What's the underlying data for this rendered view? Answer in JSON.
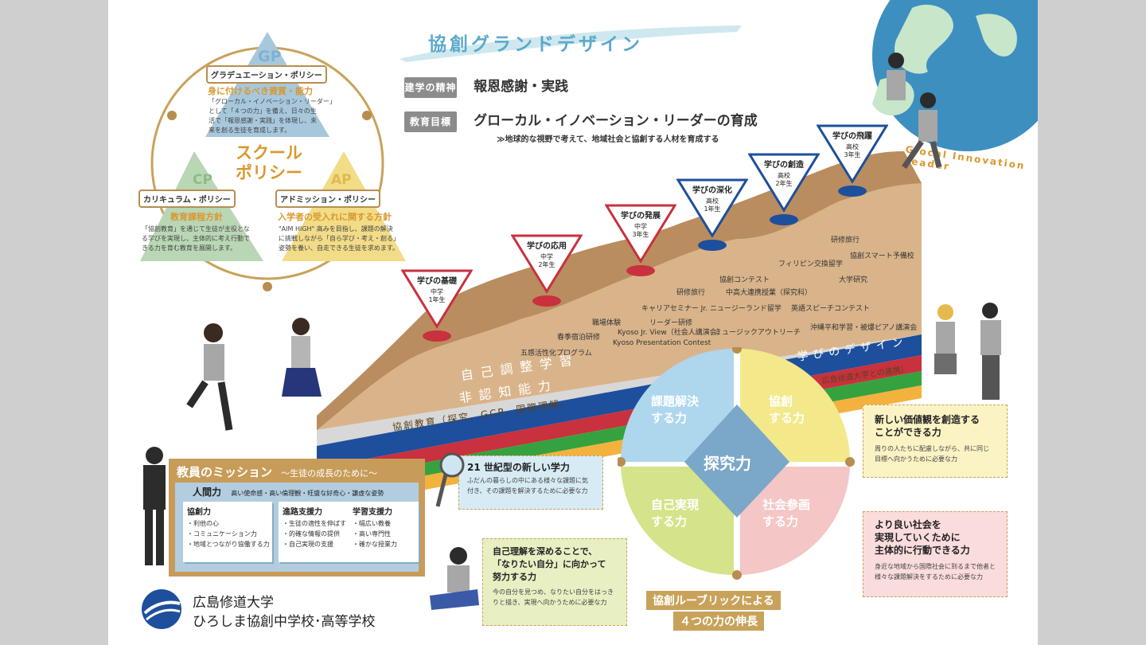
{
  "title": "協創グランドデザイン",
  "motto_rows": [
    {
      "label": "建学の精神",
      "text": "報恩感謝・実践"
    },
    {
      "label": "教育目標",
      "text": "グローカル・イノベーション・リーダーの育成"
    }
  ],
  "goal_sub": "≫地球的な視野で考えて、地域社会と協創する人材を育成する",
  "globe_text": "Glocal Innovation Leader",
  "school_policy": "スクール\nポリシー",
  "gp": {
    "tag": "GP",
    "label": "グラデュエーション・ポリシー",
    "heading": "身に付けるべき資質・能力",
    "text": "「グローカル・イノベーション・リーダー」\nとして「４つの力」を備え、日々の生\n活で「報恩感謝・実践」を体現し、未\n来を創る生徒を育成します。"
  },
  "cp": {
    "tag": "CP",
    "label": "カリキュラム・ポリシー",
    "heading": "教育課程方針",
    "text": "「協創教育」を通じて生徒が主役とな\nる学びを実現し、主体的に考え行動で\nきる力を育む教育を展開します。"
  },
  "ap": {
    "tag": "AP",
    "label": "アドミッション・ポリシー",
    "heading": "入学者の受入れに関する方針",
    "text": "\"AIM HIGH\" 高みを目指し、課題の解決\nに挑戦しながら「自ら学び・考え・創る」\n姿勢を養い、自走できる生徒を求めます。"
  },
  "steps": [
    {
      "title": "学びの基礎",
      "sub": "中学\n1年生",
      "color": "#c8313d"
    },
    {
      "title": "学びの応用",
      "sub": "中学\n2年生",
      "color": "#c8313d"
    },
    {
      "title": "学びの発展",
      "sub": "中学\n3年生",
      "color": "#c8313d"
    },
    {
      "title": "学びの深化",
      "sub": "高校\n1年生",
      "color": "#1d4f9c"
    },
    {
      "title": "学びの創造",
      "sub": "高校\n2年生",
      "color": "#1d4f9c"
    },
    {
      "title": "学びの飛躍",
      "sub": "高校\n3年生",
      "color": "#1d4f9c"
    }
  ],
  "activities": [
    "研修旅行",
    "協創スマート予備校",
    "フィリピン交換留学",
    "大学研究",
    "協創コンテスト",
    "中高大連携授業（探究科）",
    "研修旅行",
    "キャリアセミナー Jr.",
    "ニュージーランド留学",
    "英語スピーチコンテスト",
    "職場体験",
    "リーダー研修",
    "春季宿泊研修",
    "Kyoso Jr. View（社会人講演会）",
    "ミュージックアウトリーチ",
    "沖縄平和学習・被爆ピアノ講演会",
    "Kyoso Presentation Contest",
    "五感活性化プログラム"
  ],
  "bands": {
    "design": "学びのデザイン",
    "self": "自己調整学習",
    "noncog": "非認知能力",
    "kyoso": "協創教育（探究、GCP、国際理解、",
    "univ": "広島修道大学との連携）"
  },
  "wheel": {
    "center": "探究力",
    "q1": "課題解決\nする力",
    "q2": "協創\nする力",
    "q3": "自己実現\nする力",
    "q4": "社会参画\nする力",
    "caption1": "協創ルーブリックによる",
    "caption2": "４つの力の伸長"
  },
  "boxes": {
    "b21": {
      "title": "21 世紀型の新しい学力",
      "text": "ふだんの暮らしの中にある様々な課題に気\n付き、その課題を解決するために必要な力"
    },
    "self": {
      "title": "自己理解を深めることで、\n「なりたい自分」に向かって\n努力する力",
      "text": "今の自分を見つめ、なりたい自分をはっき\nりと描き、実現へ向かうために必要な力"
    },
    "value": {
      "title": "新しい価値観を創造する\nことができる力",
      "text": "周りの人たちに配慮しながら、共に同じ\n目標へ向かうために必要な力"
    },
    "society": {
      "title": "より良い社会を\n実現していくために\n主体的に行動できる力",
      "text": "身近な地域から国際社会に到るまで他者と\n様々な課題解決をするために必要な力"
    }
  },
  "mission": {
    "title": "教員のミッション",
    "subtitle": "〜生徒の成長のために〜",
    "human": "人間力",
    "human_text": "高い使命感・高い倫理観・旺盛な好奇心・謙虚な姿勢",
    "cols": [
      {
        "title": "協創力",
        "items": [
          "・利他の心",
          "・コミュニケーション力",
          "・地域とつながり協働する力"
        ]
      },
      {
        "title": "進路支援力",
        "items": [
          "・生徒の適性を伸ばす",
          "・的確な情報の提供",
          "・自己実現の支援"
        ]
      },
      {
        "title": "学習支援力",
        "items": [
          "・幅広い教養",
          "・高い専門性",
          "・確かな授業力"
        ]
      }
    ]
  },
  "school": {
    "line1": "広島修道大学",
    "line2": "ひろしま協創中学校･高等学校"
  }
}
